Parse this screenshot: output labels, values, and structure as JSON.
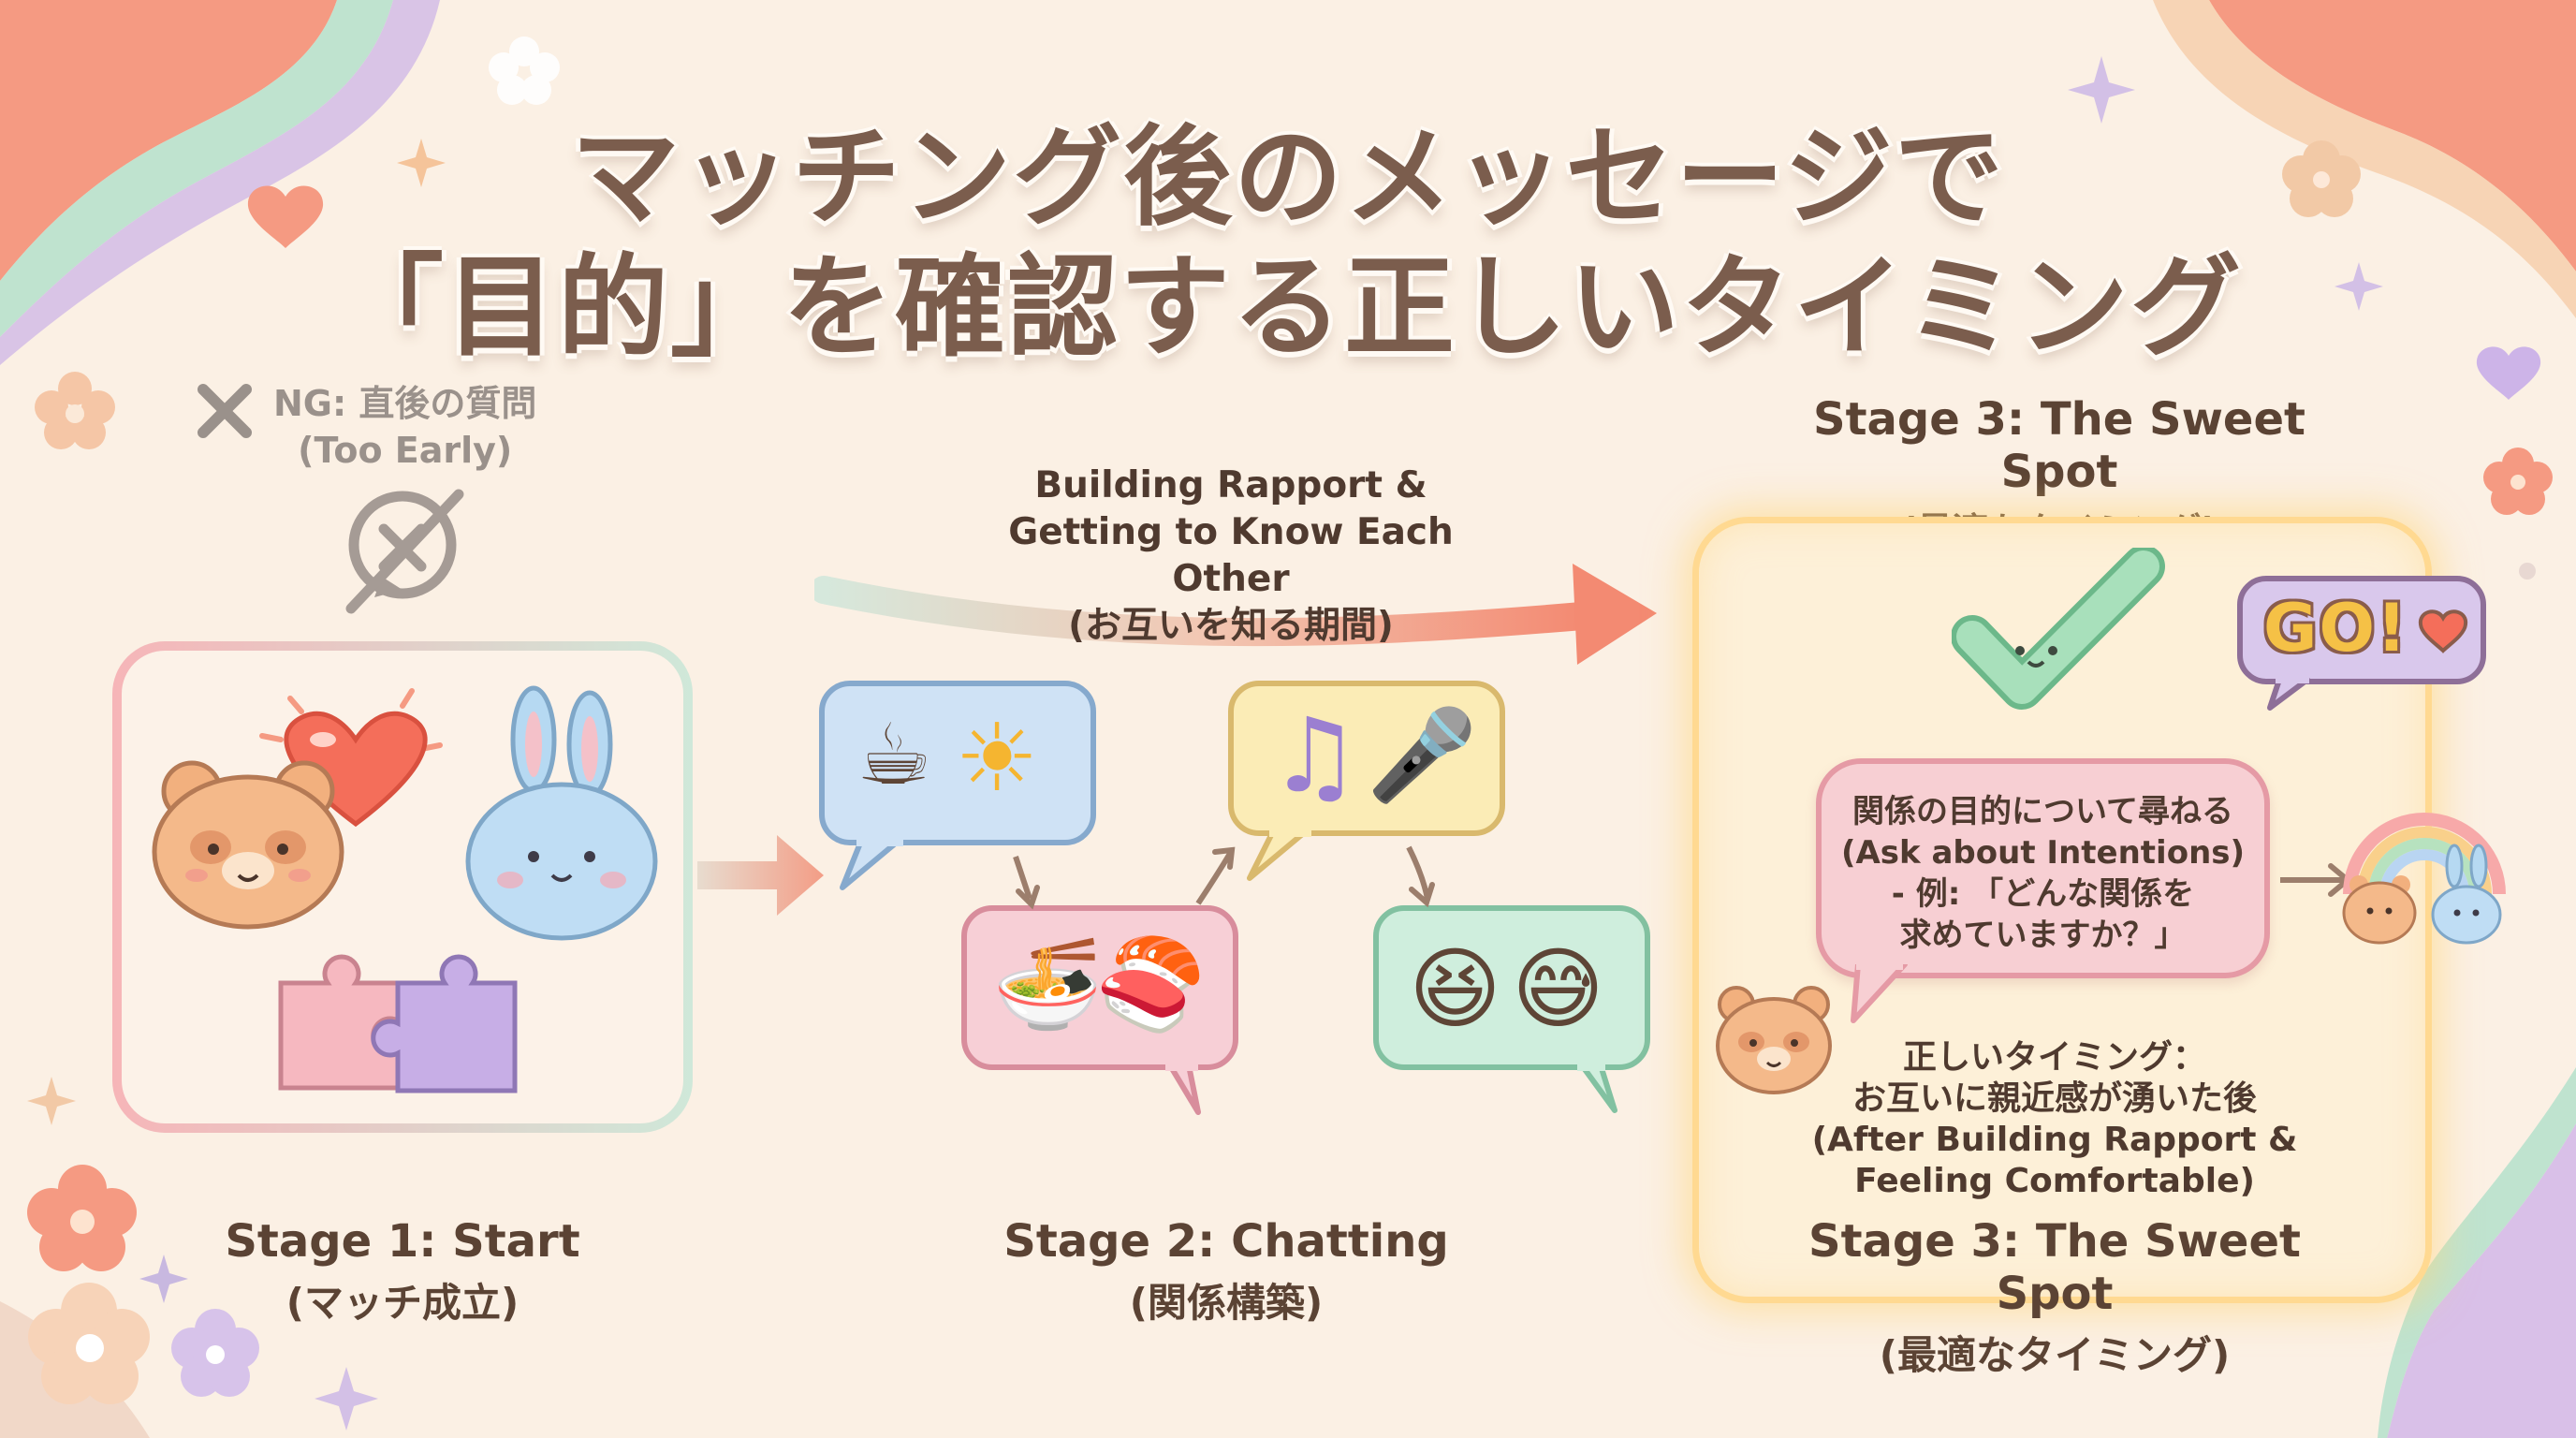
{
  "title": {
    "line1": "マッチング後のメッセージで",
    "line2": "「目的」を確認する正しいタイミング"
  },
  "ng": {
    "label": "NG: 直後の質問",
    "sub": "(Too Early)"
  },
  "rapport_arrow": {
    "line1": "Building Rapport &",
    "line2": "Getting to Know Each Other",
    "line3": "(お互いを知る期間)"
  },
  "stage1": {
    "title": "Stage 1: Start",
    "sub": "(マッチ成立)"
  },
  "stage2": {
    "title": "Stage 2: Chatting",
    "sub": "(関係構築)"
  },
  "stage3_top": {
    "title": "Stage 3: The Sweet Spot",
    "sub": "(最適なタイミング)"
  },
  "stage3_bottom": {
    "title": "Stage 3: The Sweet Spot",
    "sub": "(最適なタイミング)"
  },
  "question_bubble": {
    "line1": "関係の目的について尋ねる",
    "line2": "(Ask about Intentions)",
    "line3": "- 例: 「どんな関係を",
    "line4": "求めていますか？」"
  },
  "timing_note": {
    "line1": "正しいタイミング：",
    "line2": "お互いに親近感が湧いた後",
    "line3": "(After Building Rapport &",
    "line4": "Feeling Comfortable)"
  },
  "go_badge": {
    "text": "GO!"
  },
  "chat_bubbles": [
    {
      "emoji": [
        "☕",
        "☀"
      ],
      "color": "#cfe2f5"
    },
    {
      "emoji": [
        "🍜",
        "🍣"
      ],
      "color": "#f7cfd6"
    },
    {
      "emoji": [
        "♫",
        "🎤"
      ],
      "color": "#fbecb6"
    },
    {
      "emoji": [
        "😆",
        "😅"
      ],
      "color": "#cfeedd"
    }
  ],
  "colors": {
    "background": "#fbf0e4",
    "coral": "#f59a82",
    "mint": "#bfe3cf",
    "lavender": "#cdb9e3",
    "gold_glow": "#ffd991",
    "title": "#7b5d4d"
  }
}
